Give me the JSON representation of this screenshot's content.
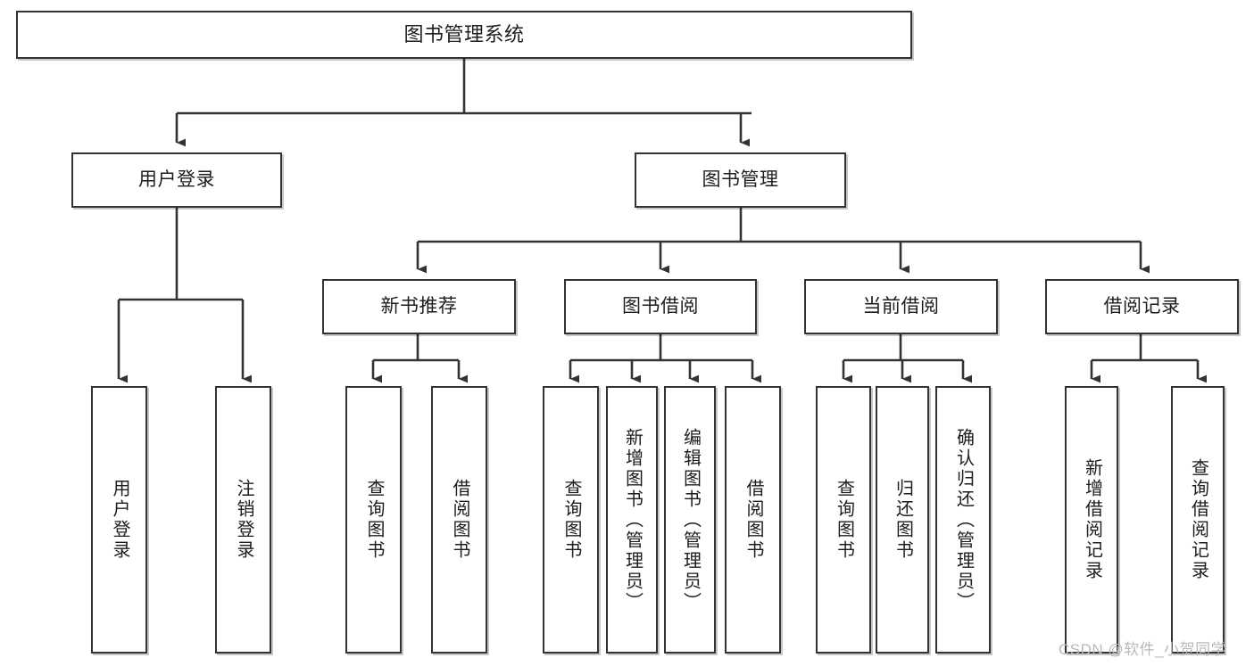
{
  "diagram": {
    "title": "图书管理系统",
    "type": "tree",
    "colors": {
      "box_border": "#333333",
      "box_fill": "#ffffff",
      "connector": "#333333",
      "text": "#1d1d1d",
      "watermark": "#b9b9b9"
    },
    "nodes": {
      "root": {
        "label": "图书管理系统"
      },
      "level1": [
        {
          "label": "用户登录"
        },
        {
          "label": "图书管理"
        }
      ],
      "level2": [
        {
          "label": "新书推荐"
        },
        {
          "label": "图书借阅"
        },
        {
          "label": "当前借阅"
        },
        {
          "label": "借阅记录"
        }
      ],
      "leaves": {
        "user_login": [
          {
            "label": "用户登录"
          },
          {
            "label": "注销登录"
          }
        ],
        "new_book_recommend": [
          {
            "label": "查询图书"
          },
          {
            "label": "借阅图书"
          }
        ],
        "book_borrow": [
          {
            "label": "查询图书"
          },
          {
            "label": "新增图书（管理员）"
          },
          {
            "label": "编辑图书（管理员）"
          },
          {
            "label": "借阅图书"
          }
        ],
        "current_borrow": [
          {
            "label": "查询图书"
          },
          {
            "label": "归还图书"
          },
          {
            "label": "确认归还（管理员）"
          }
        ],
        "borrow_record": [
          {
            "label": "新增借阅记录"
          },
          {
            "label": "查询借阅记录"
          }
        ]
      }
    },
    "watermark": "CSDN @软件_小贺同学"
  }
}
